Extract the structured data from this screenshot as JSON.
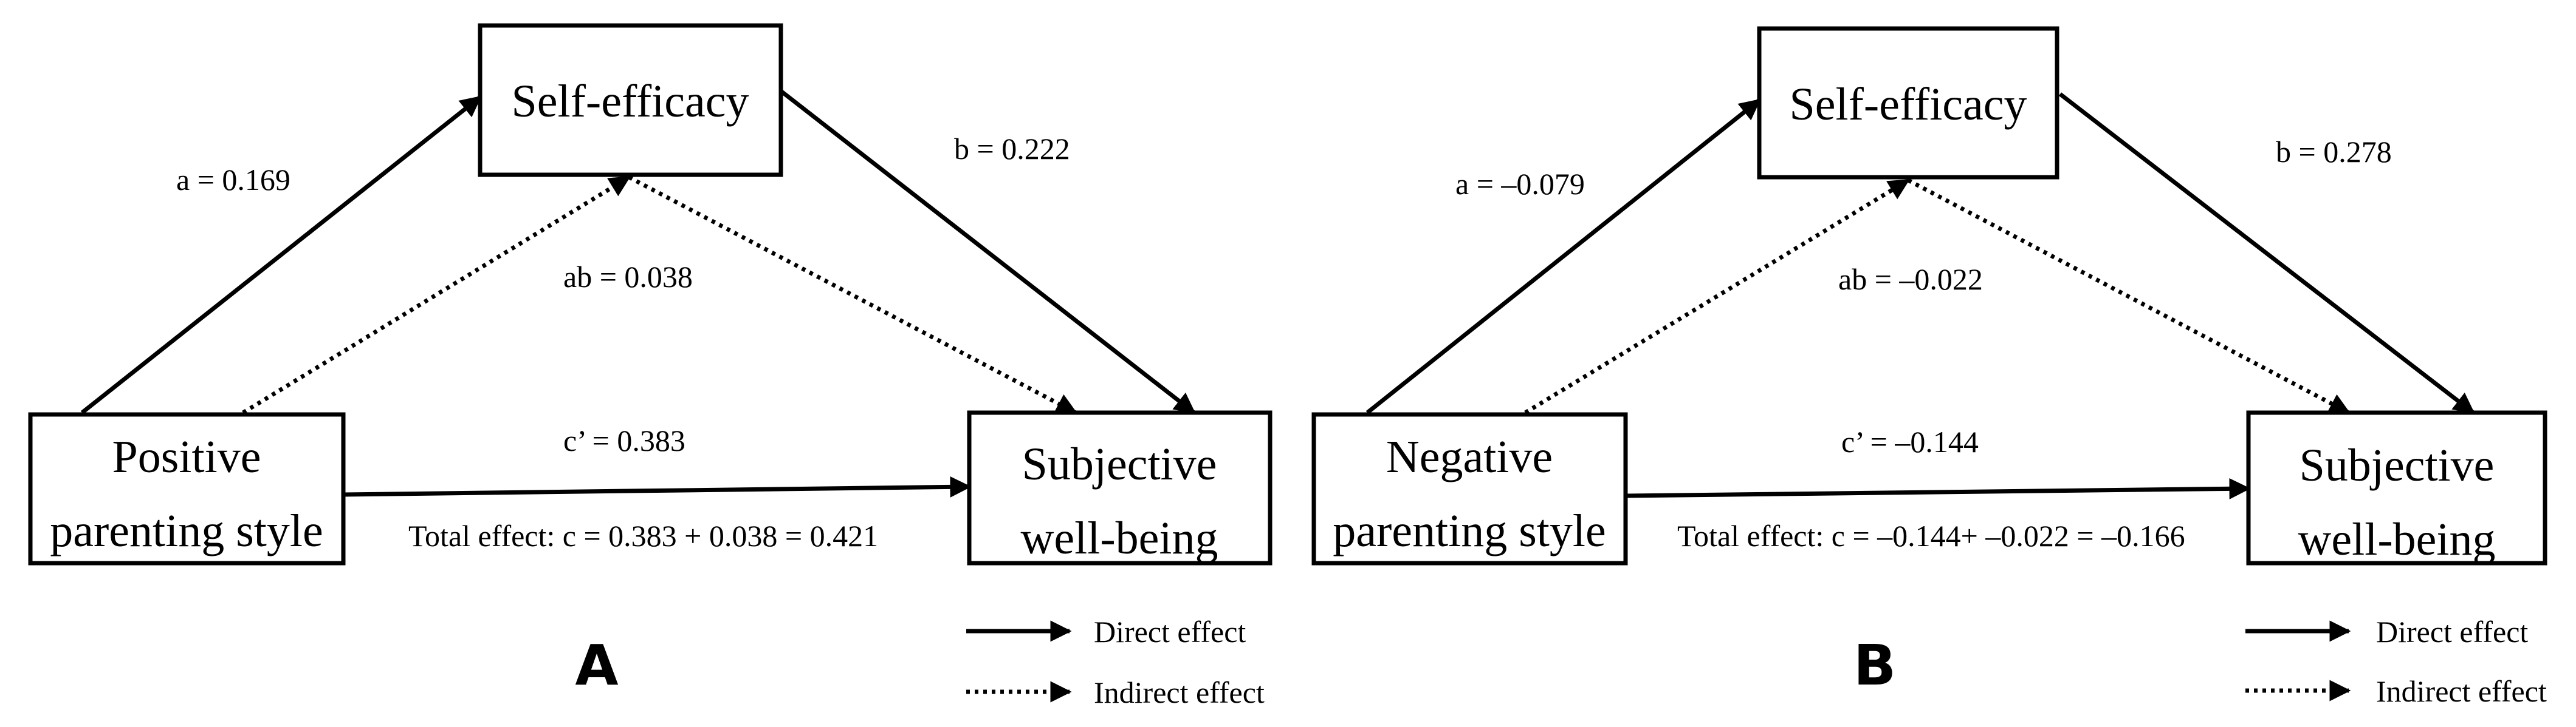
{
  "panels": [
    {
      "label": "A",
      "mediator": "Self-efficacy",
      "predictor_line1": "Positive",
      "predictor_line2": "parenting style",
      "outcome_line1": "Subjective",
      "outcome_line2": "well-being",
      "path_a": "a = 0.169",
      "path_b": "b = 0.222",
      "path_ab": "ab = 0.038",
      "path_c_prime": "c’ = 0.383",
      "total_effect": "Total effect: c = 0.383 + 0.038 = 0.421"
    },
    {
      "label": "B",
      "mediator": "Self-efficacy",
      "predictor_line1": "Negative",
      "predictor_line2": "parenting style",
      "outcome_line1": "Subjective",
      "outcome_line2": "well-being",
      "path_a": "a = –0.079",
      "path_b": "b = 0.278",
      "path_ab": "ab = –0.022",
      "path_c_prime": "c’ = –0.144",
      "total_effect": "Total effect: c = –0.144+ –0.022 = –0.166"
    }
  ],
  "legend": {
    "direct": "Direct effect",
    "indirect": "Indirect effect"
  }
}
